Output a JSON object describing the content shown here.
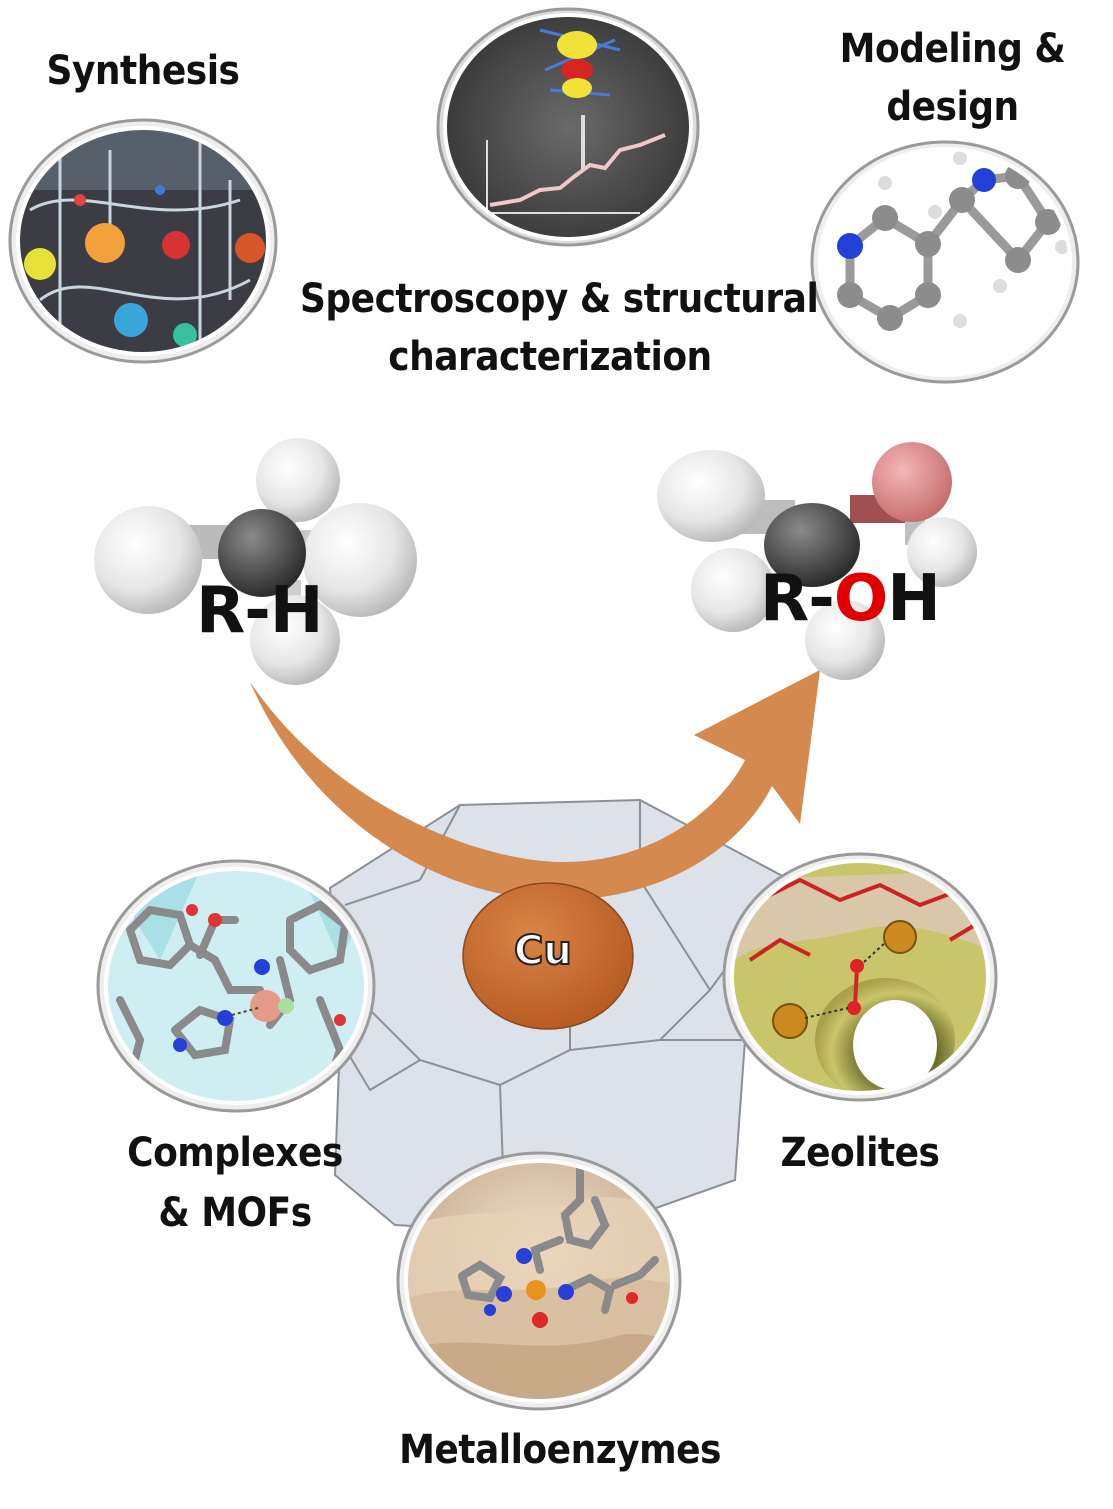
{
  "colors": {
    "arrow": "#d4894f",
    "copper": "#c4692f",
    "hexagon_fill": "#dde2ea",
    "hexagon_stroke": "#8a8f98",
    "oxygen_text": "#e00000",
    "label_text": "#111111"
  },
  "labels": {
    "synthesis": "Synthesis",
    "spectroscopy_line1": "Spectroscopy & structural",
    "spectroscopy_line2": "characterization",
    "modeling_line1": "Modeling &",
    "modeling_line2": "design",
    "complexes_line1": "Complexes",
    "complexes_line2": "& MOFs",
    "zeolites": "Zeolites",
    "metalloenzymes": "Metalloenzymes"
  },
  "reaction": {
    "reactant_prefix": "R-",
    "reactant_h": "H",
    "product_prefix": "R-",
    "product_o": "O",
    "product_h": "H"
  },
  "center": {
    "metal": "Cu"
  },
  "icons": [
    "synthesis-glassware-image",
    "spectroscopy-spectrum-image",
    "nicotine-molecule-model",
    "methane-molecule-model",
    "methanol-molecule-model",
    "mof-structure-image",
    "zeolite-pore-image",
    "metalloenzyme-active-site-image"
  ]
}
